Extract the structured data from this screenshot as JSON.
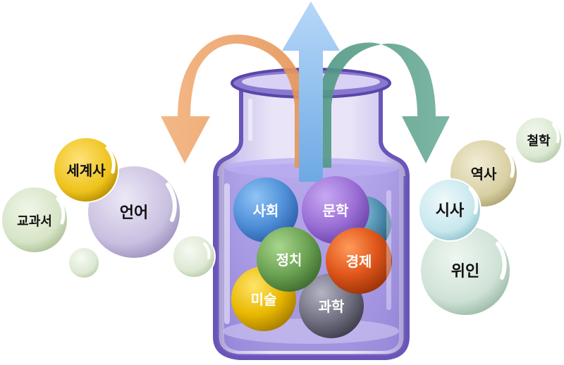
{
  "jar_balls": [
    {
      "label": "사회",
      "color": "#4f8fd8"
    },
    {
      "label": "문학",
      "color": "#9b6fd6"
    },
    {
      "label": "정치",
      "color": "#6aa152"
    },
    {
      "label": "경제",
      "color": "#e0571b"
    },
    {
      "label": "미술",
      "color": "#e8b800"
    },
    {
      "label": "과학",
      "color": "#707080"
    }
  ],
  "outside_bubbles": [
    {
      "label": "세계사",
      "color": "#eec21a"
    },
    {
      "label": "언어",
      "color": "#c9bfe0"
    },
    {
      "label": "교과서",
      "color": "#d6e4c6"
    },
    {
      "label": "역사",
      "color": "#d8cfa3"
    },
    {
      "label": "철학",
      "color": "#dbe8d2"
    },
    {
      "label": "시사",
      "color": "#c8e8ee"
    },
    {
      "label": "위인",
      "color": "#cfe2d6"
    }
  ],
  "arrows": {
    "left_color": "#f0a462",
    "center_color": "#7fb6ea",
    "right_color": "#5aa08a"
  },
  "jar": {
    "glass_color": "#6a55b8",
    "liquid_color": "#8c78d8"
  }
}
